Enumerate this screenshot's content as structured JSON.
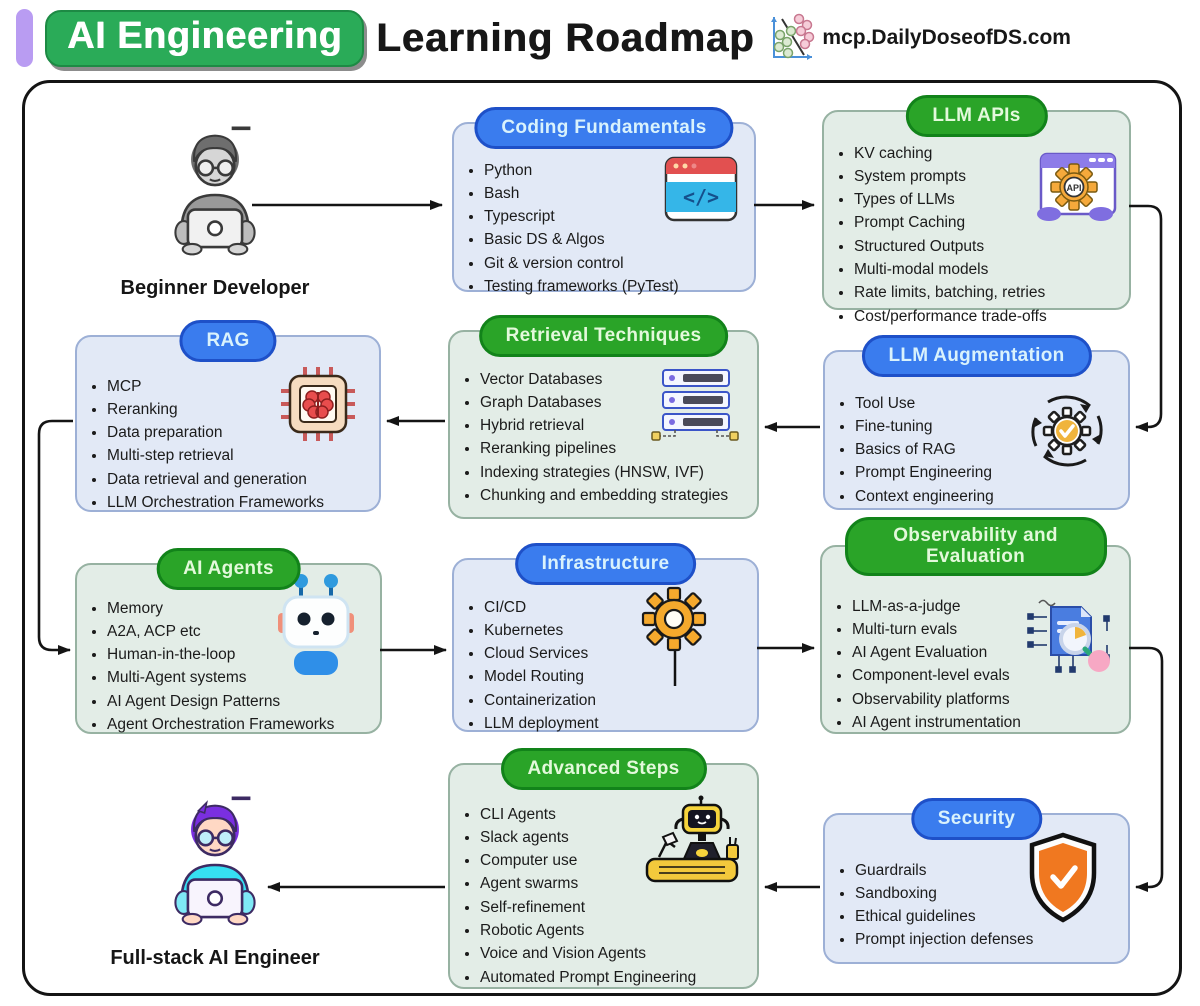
{
  "header": {
    "badge": "AI Engineering",
    "title": "Learning Roadmap",
    "site": "mcp.DailyDoseofDS.com",
    "logo_icon": "scatter-plot-icon"
  },
  "actors": {
    "beginner": {
      "label": "Beginner Developer",
      "icon": "beginner-developer-icon"
    },
    "fullstack": {
      "label": "Full-stack AI Engineer",
      "icon": "fullstack-engineer-icon"
    }
  },
  "nodes": {
    "coding": {
      "title": "Coding Fundamentals",
      "accent": "blue",
      "icon": "code-window-icon",
      "items": [
        "Python",
        "Bash",
        "Typescript",
        "Basic DS & Algos",
        "Git & version control",
        "Testing frameworks (PyTest)"
      ]
    },
    "llm_apis": {
      "title": "LLM APIs",
      "accent": "green",
      "icon": "api-window-icon",
      "items": [
        "KV caching",
        "System prompts",
        "Types of LLMs",
        "Prompt Caching",
        "Structured Outputs",
        "Multi-modal models",
        "Rate limits, batching, retries",
        "Cost/performance trade-offs"
      ]
    },
    "rag": {
      "title": "RAG",
      "accent": "blue",
      "icon": "chip-brain-icon",
      "items": [
        "MCP",
        "Reranking",
        "Data preparation",
        "Multi-step retrieval",
        "Data retrieval and generation",
        "LLM Orchestration Frameworks"
      ]
    },
    "retrieval": {
      "title": "Retrieval Techniques",
      "accent": "green",
      "icon": "server-stack-icon",
      "items": [
        "Vector Databases",
        "Graph Databases",
        "Hybrid retrieval",
        "Reranking pipelines",
        "Indexing strategies (HNSW, IVF)",
        "Chunking and embedding strategies"
      ]
    },
    "llm_augmentation": {
      "title": "LLM Augmentation",
      "accent": "blue",
      "icon": "cycle-gear-icon",
      "items": [
        "Tool Use",
        "Fine-tuning",
        "Basics of RAG",
        "Prompt Engineering",
        "Context engineering"
      ]
    },
    "ai_agents": {
      "title": "AI Agents",
      "accent": "green",
      "icon": "robot-head-icon",
      "items": [
        "Memory",
        "A2A, ACP etc",
        "Human-in-the-loop",
        "Multi-Agent systems",
        "AI Agent Design Patterns",
        "Agent Orchestration Frameworks"
      ]
    },
    "infrastructure": {
      "title": "Infrastructure",
      "accent": "blue",
      "icon": "gear-stem-icon",
      "items": [
        "CI/CD",
        "Kubernetes",
        "Cloud Services",
        "Model Routing",
        "Containerization",
        "LLM deployment"
      ]
    },
    "observability": {
      "title": "Observability and Evaluation",
      "accent": "green",
      "icon": "doc-scan-icon",
      "items": [
        "LLM-as-a-judge",
        "Multi-turn evals",
        "AI Agent Evaluation",
        "Component-level evals",
        "Observability platforms",
        "AI Agent instrumentation"
      ]
    },
    "advanced": {
      "title": "Advanced Steps",
      "accent": "green",
      "icon": "desk-robot-icon",
      "items": [
        "CLI Agents",
        "Slack agents",
        "Computer use",
        "Agent swarms",
        "Self-refinement",
        "Robotic Agents",
        "Voice and Vision Agents",
        "Automated Prompt Engineering"
      ]
    },
    "security": {
      "title": "Security",
      "accent": "blue",
      "icon": "shield-check-icon",
      "items": [
        "Guardrails",
        "Sandboxing",
        "Ethical guidelines",
        "Prompt injection defenses"
      ]
    }
  },
  "colors": {
    "pill_blue": "#3a7cee",
    "pill_blue_border": "#1e50c8",
    "pill_green": "#2aa428",
    "pill_green_border": "#12831a",
    "box_blue_bg": "#e2e9f6",
    "box_blue_border": "#9db0d6",
    "box_green_bg": "#e3ede7",
    "box_green_border": "#97b2a2",
    "badge_green": "#2aab58",
    "accent_purple": "#b99cf2",
    "arrow": "#141414",
    "shield_orange": "#f07820",
    "gear_orange": "#f5a93b"
  }
}
